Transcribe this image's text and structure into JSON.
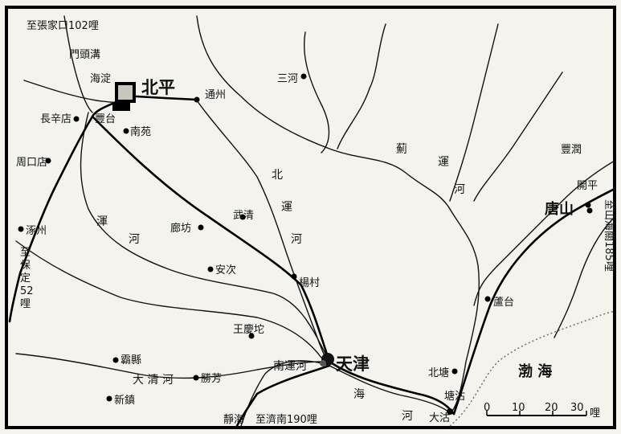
{
  "cities": {
    "beiping": "北平",
    "tianjin": "天津",
    "tonghzou": "通州",
    "sanhe": "三河",
    "fengrun": "豐潤",
    "kaiping": "開平",
    "tangshan": "唐山",
    "lutai": "蘆台",
    "beitang": "北塘",
    "tanggu": "塘沽",
    "dagu": "大沽",
    "changxindian": "長辛店",
    "zhoukoudian": "周口店",
    "zhuozhou": "涿州",
    "fengtai": "豐台",
    "nanyuan": "南苑",
    "haidian": "海淀",
    "mentougou": "門頭溝",
    "wuqing": "武清",
    "langfang": "廊坊",
    "anci": "安次",
    "yangcun": "楊村",
    "wangqingtuo": "王慶坨",
    "baxian": "霸縣",
    "shengfang": "勝芳",
    "xinzhen": "新鎮",
    "jinghai": "靜海"
  },
  "rivers": {
    "jiyun": [
      "薊",
      "運",
      "河"
    ],
    "beiyun": [
      "北",
      "運",
      "河"
    ],
    "hun": [
      "渾",
      "河"
    ],
    "daqing": "大 清 河",
    "nanyun": "南運河",
    "hai": [
      "海",
      "河"
    ]
  },
  "sea": "渤 海",
  "distances": {
    "zhangjiakou": "至張家口102哩",
    "baoding": [
      "至",
      "保",
      "定",
      "52",
      "哩"
    ],
    "shanhaiguan": "至山海關185哩",
    "jinan": "至濟南190哩"
  },
  "scale": {
    "ticks": [
      "0",
      "10",
      "20",
      "30"
    ],
    "unit": "哩"
  }
}
